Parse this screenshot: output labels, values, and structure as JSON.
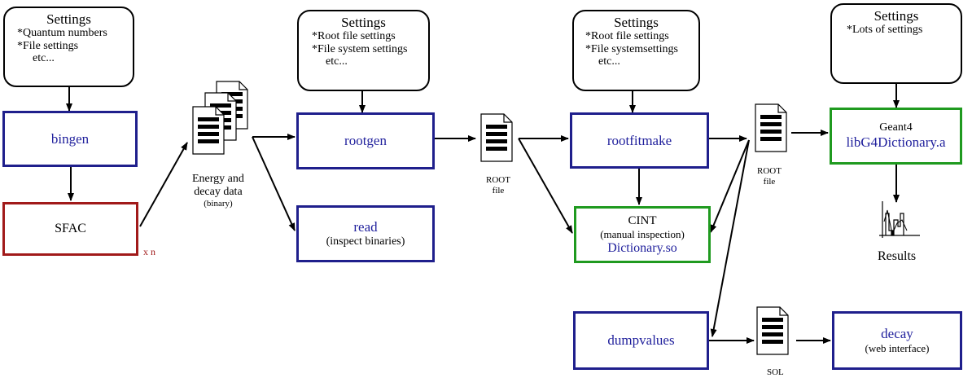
{
  "settings_boxes": [
    {
      "title": "Settings",
      "lines": [
        "*Quantum numbers",
        "*File settings",
        "etc..."
      ]
    },
    {
      "title": "Settings",
      "lines": [
        "*Root file settings",
        "*File system settings",
        "etc..."
      ]
    },
    {
      "title": "Settings",
      "lines": [
        "*Root file settings",
        "*File systemsettings",
        "etc..."
      ]
    },
    {
      "title": "Settings",
      "lines": [
        "*Lots of settings"
      ]
    }
  ],
  "nodes": {
    "bingen": "bingen",
    "sfac": "SFAC",
    "sfac_multiplier": "x n",
    "rootgen": "rootgen",
    "read": "read",
    "read_sub": "(inspect binaries)",
    "rootfitmake": "rootfitmake",
    "cint": "CINT",
    "cint_sub": "(manual inspection)",
    "cint_lib": "Dictionary.so",
    "geant4": "Geant4",
    "geant4_lib": "libG4Dictionary.a",
    "dumpvalues": "dumpvalues",
    "decay": "decay",
    "decay_sub": "(web interface)"
  },
  "file_labels": {
    "energy_line1": "Energy and",
    "energy_line2": "decay data",
    "energy_line3": "(binary)",
    "root1_line1": "ROOT",
    "root1_line2": "file",
    "root2_line1": "ROOT",
    "root2_line2": "file",
    "sol": "SOL",
    "results": "Results"
  },
  "colors": {
    "blue": "#1f1f8c",
    "red": "#a11a1a",
    "green": "#1f9a1f"
  }
}
